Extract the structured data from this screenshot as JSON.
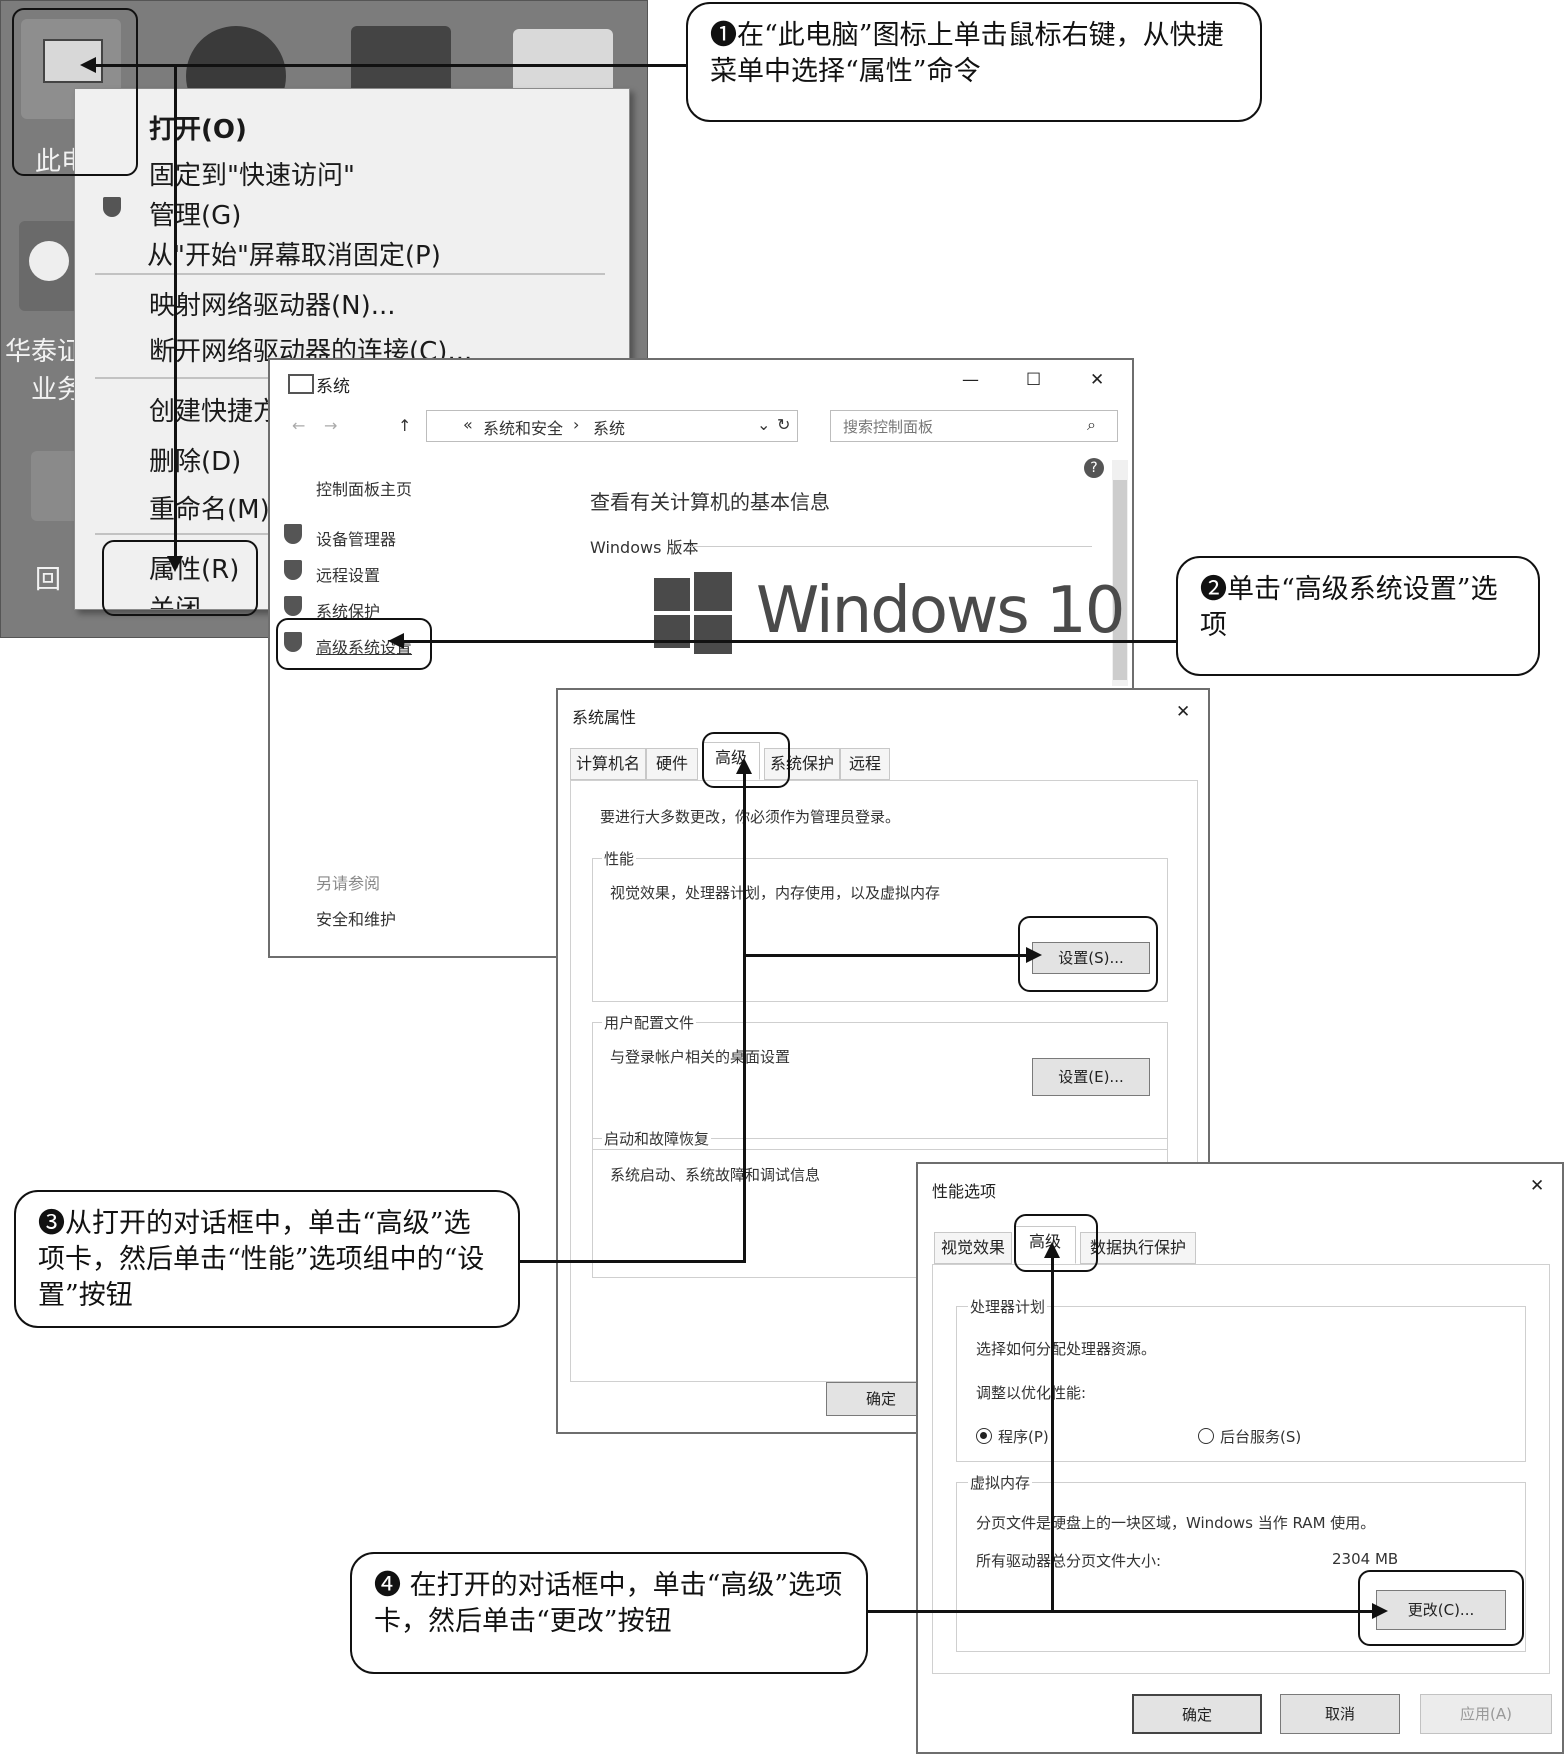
{
  "desktop": {
    "icons": [
      "此电",
      "华泰证",
      "业务",
      "回"
    ],
    "context_menu": {
      "items": [
        "打开(O)",
        "固定到\"快速访问\"",
        "管理(G)",
        "从\"开始\"屏幕取消固定(P)",
        "映射网络驱动器(N)...",
        "断开网络驱动器的连接(C)...",
        "创建快捷方",
        "删除(D)",
        "重命名(M)",
        "属性(R)",
        "关闭"
      ]
    }
  },
  "system_window": {
    "title": "系统",
    "controls": [
      "—",
      "☐",
      "✕"
    ],
    "breadcrumb": [
      "«",
      "系统和安全",
      "›",
      "系统"
    ],
    "search_placeholder": "搜索控制面板",
    "sidebar": {
      "home": "控制面板主页",
      "links": [
        "设备管理器",
        "远程设置",
        "系统保护",
        "高级系统设置"
      ],
      "see_also": "另请参阅",
      "see_also_link": "安全和维护"
    },
    "heading": "查看有关计算机的基本信息",
    "section": "Windows 版本",
    "logo_text": "Windows 10"
  },
  "sys_props": {
    "title": "系统属性",
    "close": "✕",
    "tabs": [
      "计算机名",
      "硬件",
      "高级",
      "系统保护",
      "远程"
    ],
    "admin_note": "要进行大多数更改，你必须作为管理员登录。",
    "groups": [
      {
        "title": "性能",
        "desc": "视觉效果，处理器计划，内存使用，以及虚拟内存",
        "button": "设置(S)..."
      },
      {
        "title": "用户配置文件",
        "desc": "与登录帐户相关的桌面设置",
        "button": "设置(E)..."
      },
      {
        "title": "启动和故障恢复",
        "desc": "系统启动、系统故障和调试信息",
        "button": ""
      }
    ],
    "ok": "确定"
  },
  "perf_options": {
    "title": "性能选项",
    "close": "✕",
    "tabs": [
      "视觉效果",
      "高级",
      "数据执行保护"
    ],
    "cpu_group": {
      "title": "处理器计划",
      "desc": "选择如何分配处理器资源。",
      "adjust": "调整以优化性能:",
      "opt1": "程序(P)",
      "opt2": "后台服务(S)"
    },
    "vm_group": {
      "title": "虚拟内存",
      "desc": "分页文件是硬盘上的一块区域，Windows 当作 RAM 使用。",
      "total_label": "所有驱动器总分页文件大小:",
      "total_value": "2304 MB",
      "button": "更改(C)..."
    },
    "ok": "确定",
    "cancel": "取消",
    "apply": "应用(A)"
  },
  "callouts": {
    "c1": "❶在“此电脑”图标上单击鼠标右键，从快捷菜单中选择“属性”命令",
    "c2": "❷单击“高级系统设置”选项",
    "c3": "❸从打开的对话框中，单击“高级”选项卡，然后单击“性能”选项组中的“设置”按钮",
    "c4": "❹ 在打开的对话框中，单击“高级”选项卡，然后单击“更改”按钮"
  }
}
